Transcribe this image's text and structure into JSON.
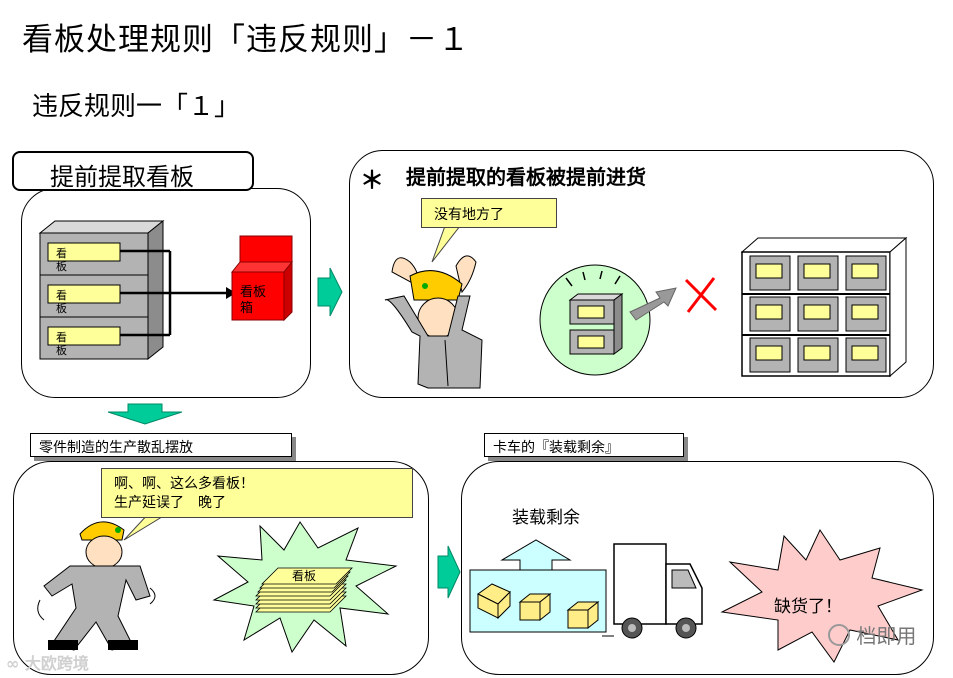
{
  "header": {
    "title": "看板处理规则「违反规则」－１",
    "subtitle": "违反规则一「１」"
  },
  "panel_top_left": {
    "label": "提前提取看板",
    "kanban_cards": [
      {
        "line1": "看",
        "line2": "板"
      },
      {
        "line1": "看",
        "line2": "板"
      },
      {
        "line1": "看",
        "line2": "板"
      }
    ],
    "kanban_box": {
      "line1": "看板",
      "line2": "箱"
    }
  },
  "panel_top_right": {
    "asterisk": "＊",
    "heading": "提前提取的看板被提前进货",
    "speech": "没有地方了"
  },
  "panel_bottom_left": {
    "tag": "零件制造的生产散乱摆放",
    "speech_line1": "啊、啊、这么多看板！",
    "speech_line2": "生产延误了　晚了",
    "pile_label": "看板"
  },
  "panel_bottom_right": {
    "tag": "卡车的『装载剩余』",
    "caption": "装载剩余",
    "burst_text": "缺货了！"
  },
  "watermarks": {
    "left": "大欧跨境",
    "right": "档即用"
  },
  "colors": {
    "bubble_yellow": "#ffff99",
    "arrow_teal": "#00cc99",
    "kanban_box_red": "#ff0000",
    "burst_green": "#ccffcc",
    "burst_pink": "#ffcccc",
    "pallet_cyan": "#ccffff",
    "cell_yellow": "#ffff99",
    "cross_red": "#ff0000"
  }
}
